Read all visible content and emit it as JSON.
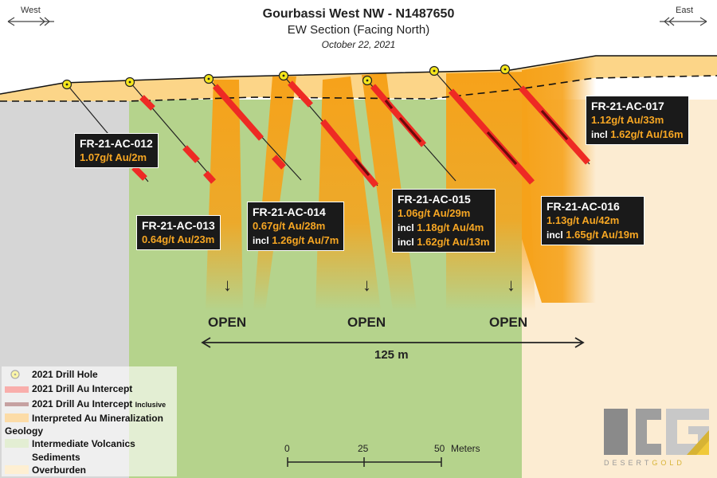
{
  "header": {
    "title": "Gourbassi West NW - N1487650",
    "subtitle": "EW Section (Facing North)",
    "date": "October 22, 2021"
  },
  "compass": {
    "west": "West",
    "east": "East"
  },
  "holes": [
    {
      "id": "FR-21-AC-012",
      "lines": [
        {
          "text": "1.07g/t Au/2m"
        }
      ]
    },
    {
      "id": "FR-21-AC-013",
      "lines": [
        {
          "text": "0.64g/t Au/23m"
        }
      ]
    },
    {
      "id": "FR-21-AC-014",
      "lines": [
        {
          "text": "0.67g/t Au/28m"
        },
        {
          "prefix": "incl",
          "text": "1.26g/t Au/7m"
        }
      ]
    },
    {
      "id": "FR-21-AC-015",
      "lines": [
        {
          "text": "1.06g/t Au/29m"
        },
        {
          "prefix": "incl",
          "text": "1.18g/t Au/4m"
        },
        {
          "prefix": "incl",
          "text": "1.62g/t Au/13m"
        }
      ]
    },
    {
      "id": "FR-21-AC-016",
      "lines": [
        {
          "text": "1.13g/t Au/42m"
        },
        {
          "prefix": "incl",
          "text": "1.65g/t Au/19m"
        }
      ]
    },
    {
      "id": "FR-21-AC-017",
      "lines": [
        {
          "text": "1.12g/t Au/33m"
        },
        {
          "prefix": "incl",
          "text": "1.62g/t Au/16m"
        }
      ]
    }
  ],
  "open_label": "OPEN",
  "width_label": "125 m",
  "legend": {
    "drill_hole": "2021 Drill Hole",
    "intercept": "2021 Drill Au Intercept",
    "intercept_incl": "2021 Drill Au Intercept",
    "intercept_incl_suffix": "Inclusive",
    "mineralization": "Interpreted Au Mineralization",
    "geology_heading": "Geology",
    "volcanics": "Intermediate Volcanics",
    "sediments": "Sediments",
    "overburden": "Overburden"
  },
  "scale": {
    "ticks": [
      "0",
      "25",
      "50"
    ],
    "unit": "Meters"
  },
  "logo": {
    "word1": "DESERT",
    "word2": "GOLD"
  },
  "colors": {
    "volcanics": "#b5d38c",
    "sediments": "#d6d6d6",
    "overburden": "#fcd588",
    "mineralization": "#f6a21a",
    "intercept": "#ee2a24",
    "intercept_incl": "#6b0a0a",
    "drill_hole": "#f5e61b",
    "label_box": "#1a1a1a",
    "label_value": "#f6a623"
  }
}
